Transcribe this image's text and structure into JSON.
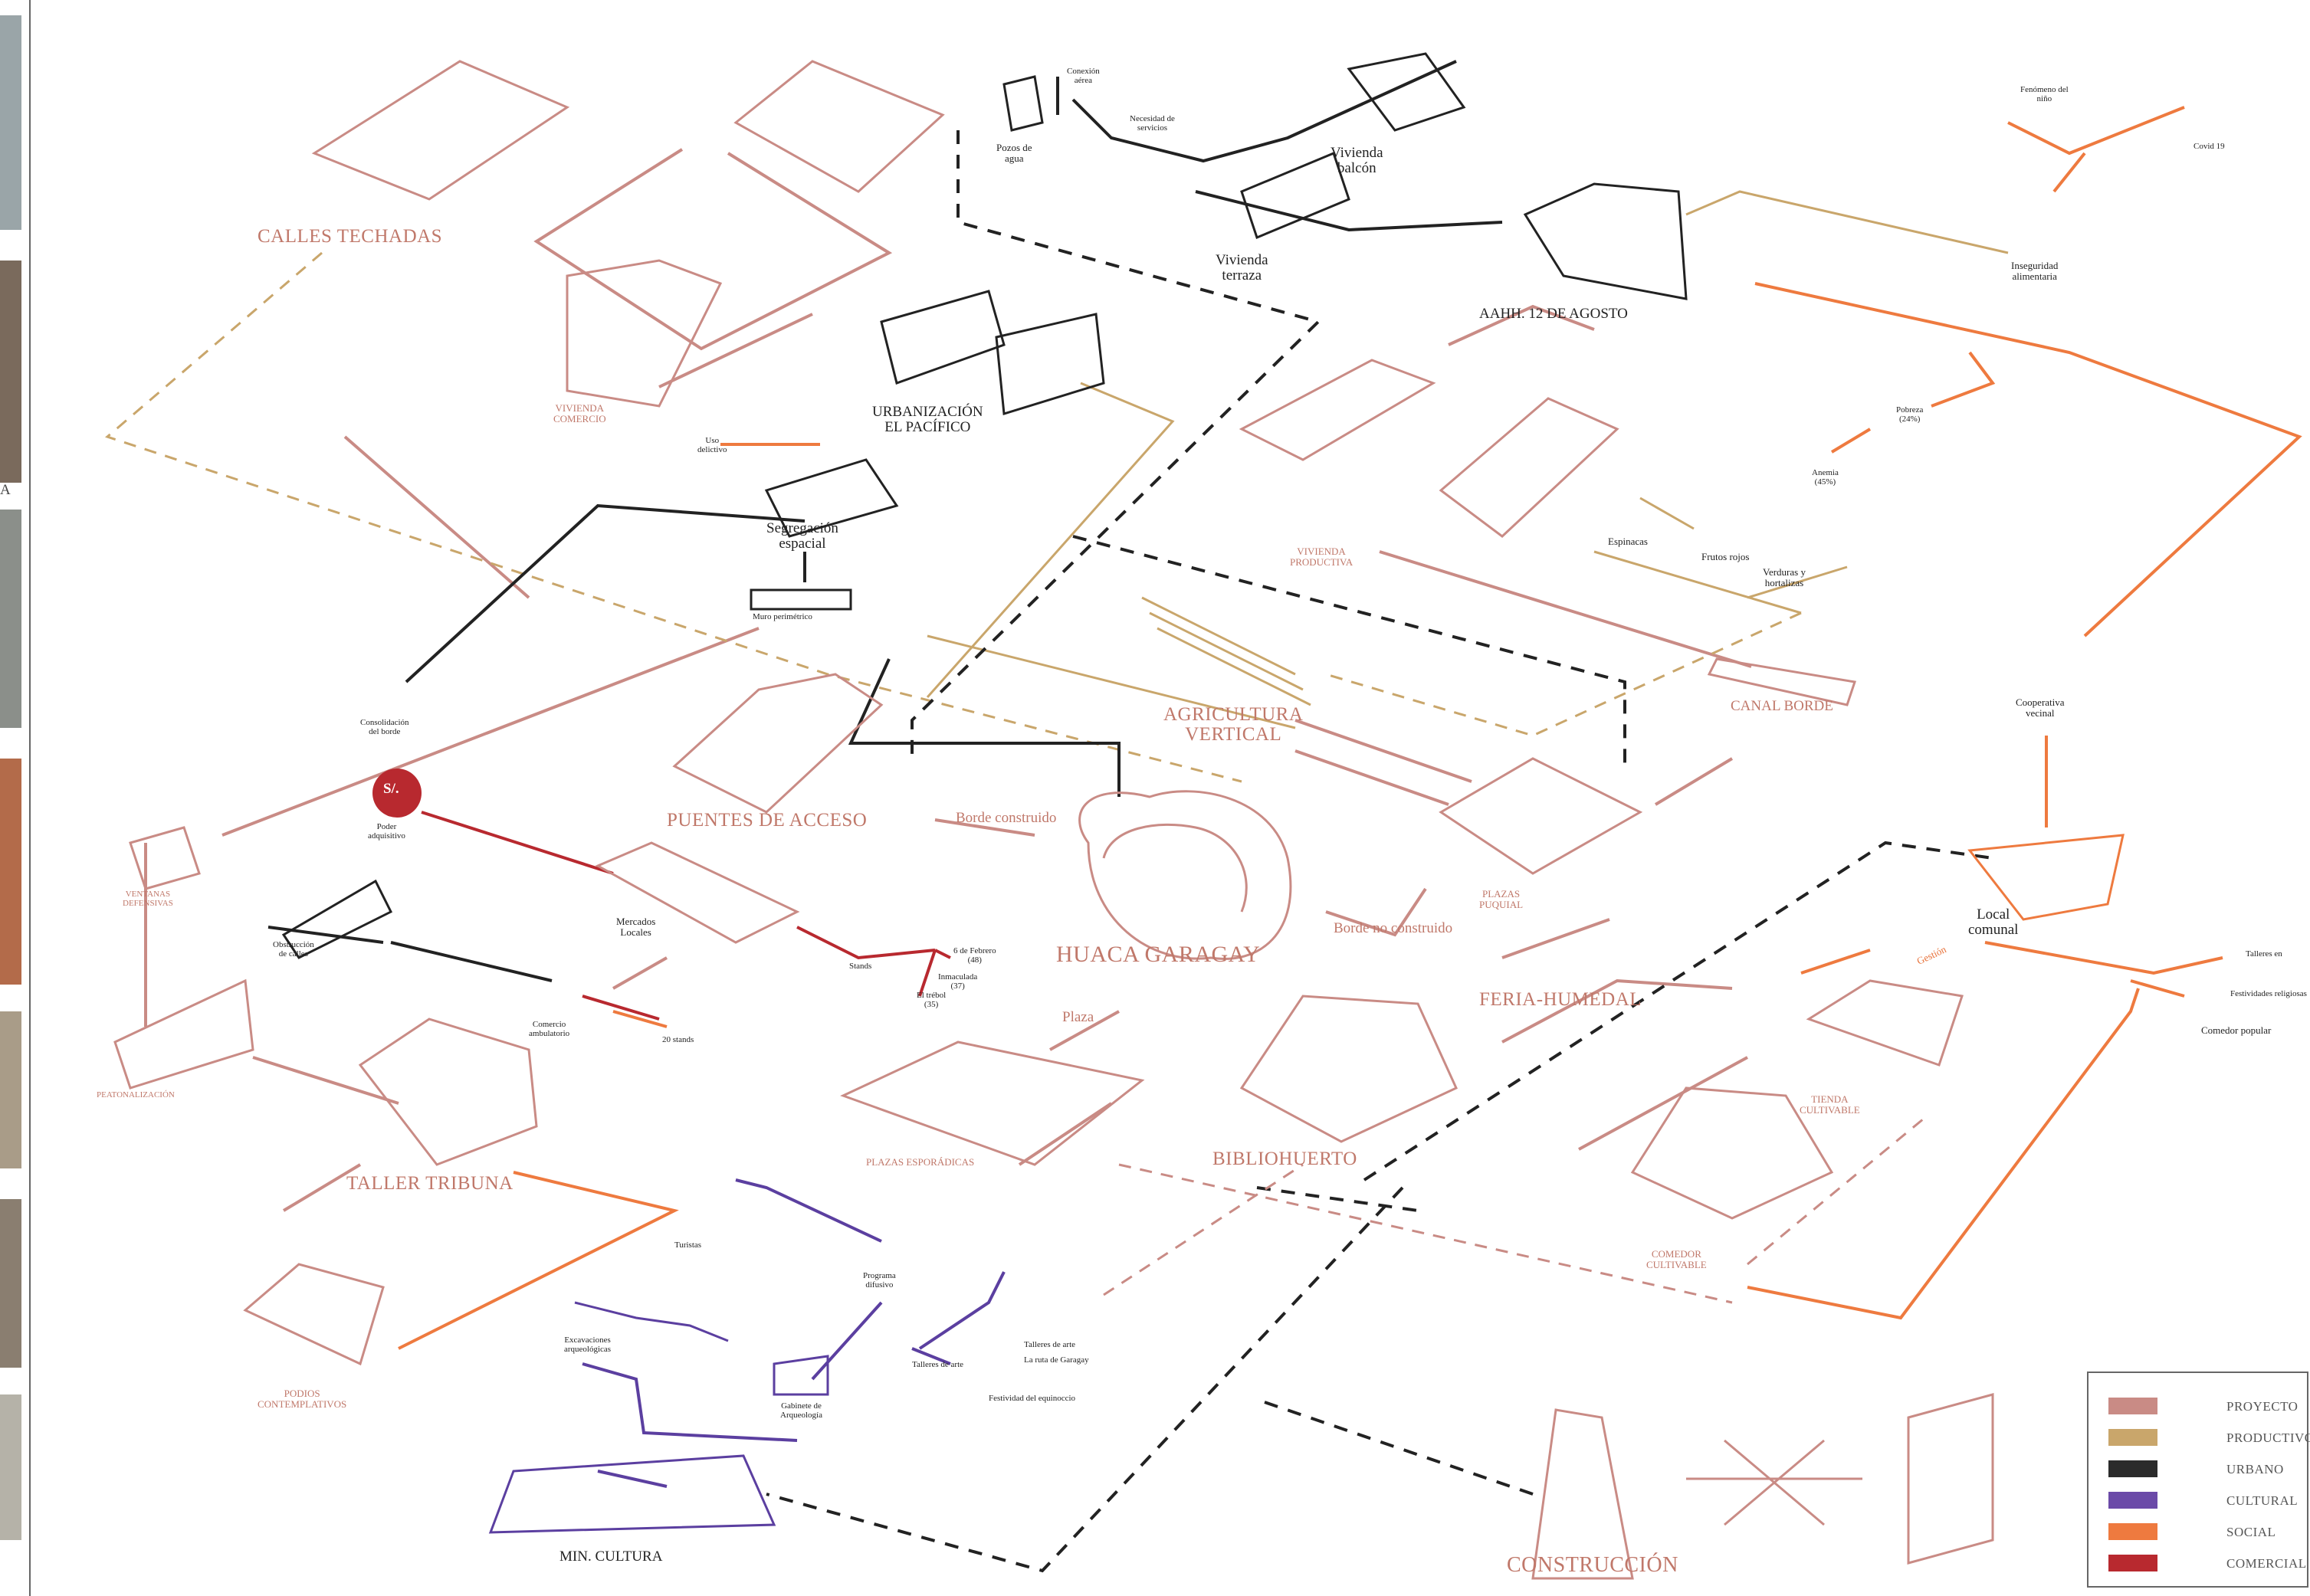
{
  "labels": {
    "calles_techadas": "CALLES TECHADAS",
    "vivienda_comercio": "VIVIENDA\nCOMERCIO",
    "urbanizacion": "URBANIZACIÓN\nEL PACÍFICO",
    "pozos": "Pozos de\nagua",
    "conexion": "Conexión\naérea",
    "necesidad": "Necesidad de\nservicios",
    "vivienda_balcon": "Vivienda\nbalcón",
    "vivienda_terraza": "Vivienda\nterraza",
    "aahh": "AAHH. 12 DE AGOSTO",
    "fenomeno": "Fenómeno del\nniño",
    "covid": "Covid 19",
    "inseguridad": "Inseguridad\nalimentaria",
    "pobreza": "Pobreza\n(24%)",
    "anemia": "Anemia\n(45%)",
    "espinacas": "Espinacas",
    "frutos": "Frutos rojos",
    "verduras": "Verduras y\nhortalizas",
    "vivienda_productiva": "VIVIENDA\nPRODUCTIVA",
    "uso_delictivo": "Uso\ndelictivo",
    "segregacion": "Segregación\nespacial",
    "muro": "Muro perimétrico",
    "consolidacion": "Consolidación\ndel borde",
    "poder": "Poder\nadquisitivo",
    "soles": "S/.",
    "puentes": "PUENTES DE ACCESO",
    "agricultura": "AGRICULTURA\nVERTICAL",
    "canal": "CANAL BORDE",
    "cooperativa": "Cooperativa\nvecinal",
    "borde_construido": "Borde construido",
    "huaca": "HUACA GARAGAY",
    "plazas_puquial": "PLAZAS\nPUQUIAL",
    "borde_no_construido": "Borde no construido",
    "feria": "FERIA-HUMEDAL",
    "local_comunal": "Local\ncomunal",
    "gestion": "Gestión",
    "talleres": "Talleres en",
    "festividades": "Festividades religiosas",
    "comedor_popular": "Comedor popular",
    "tienda": "TIENDA\nCULTIVABLE",
    "comedor_cultivable": "COMEDOR\nCULTIVABLE",
    "ventanas": "VENTANAS\nDEFENSIVAS",
    "peatonalizacion": "PEATONALIZACIÓN",
    "obstruccion": "Obstrucción\nde calles",
    "mercados": "Mercados\nLocales",
    "stands": "Stands",
    "seis_febrero": "6 de Febrero\n(48)",
    "inmaculada": "Inmaculada\n(37)",
    "trebol": "El trébol\n(35)",
    "comercio_amb": "Comercio\nambulatorio",
    "veinte_stands": "20 stands",
    "taller_tribuna": "TALLER TRIBUNA",
    "plaza": "Plaza",
    "plazas_esporadicas": "PLAZAS ESPORÁDICAS",
    "biblihuerto": "BIBLIOHUERTO",
    "turistas": "Turistas",
    "programa": "Programa\ndifusivo",
    "talleres_arte": "Talleres de arte",
    "ruta": "La ruta de Garagay",
    "festividad": "Festividad del equinoccio",
    "excavaciones": "Excavaciones\narqueológicas",
    "gabinete": "Gabinete de\nArqueología",
    "podios": "PODIOS\nCONTEMPLATIVOS",
    "min_cultura": "MIN. CULTURA",
    "construccion": "CONSTRUCCIÓN",
    "edge_a": "A"
  },
  "legend": [
    {
      "label": "PROYECTO",
      "color": "#c98b85"
    },
    {
      "label": "PRODUCTIVO",
      "color": "#c9a66b"
    },
    {
      "label": "URBANO",
      "color": "#2b2b2b"
    },
    {
      "label": "CULTURAL",
      "color": "#6b4aa8"
    },
    {
      "label": "SOCIAL",
      "color": "#ee7a3f"
    },
    {
      "label": "COMERCIAL",
      "color": "#b8292f"
    }
  ],
  "colors": {
    "proyecto": "#c98b85",
    "productivo": "#c9a66b",
    "urbano": "#222222",
    "cultural": "#5b3fa0",
    "social": "#ee7a3f",
    "comercial": "#b8292f",
    "photo_strip": [
      "#9aa5a8",
      "#7a6a5c",
      "#8b8f8a",
      "#b36b4a",
      "#a99c88",
      "#8a7e70",
      "#b5b2a8"
    ]
  }
}
